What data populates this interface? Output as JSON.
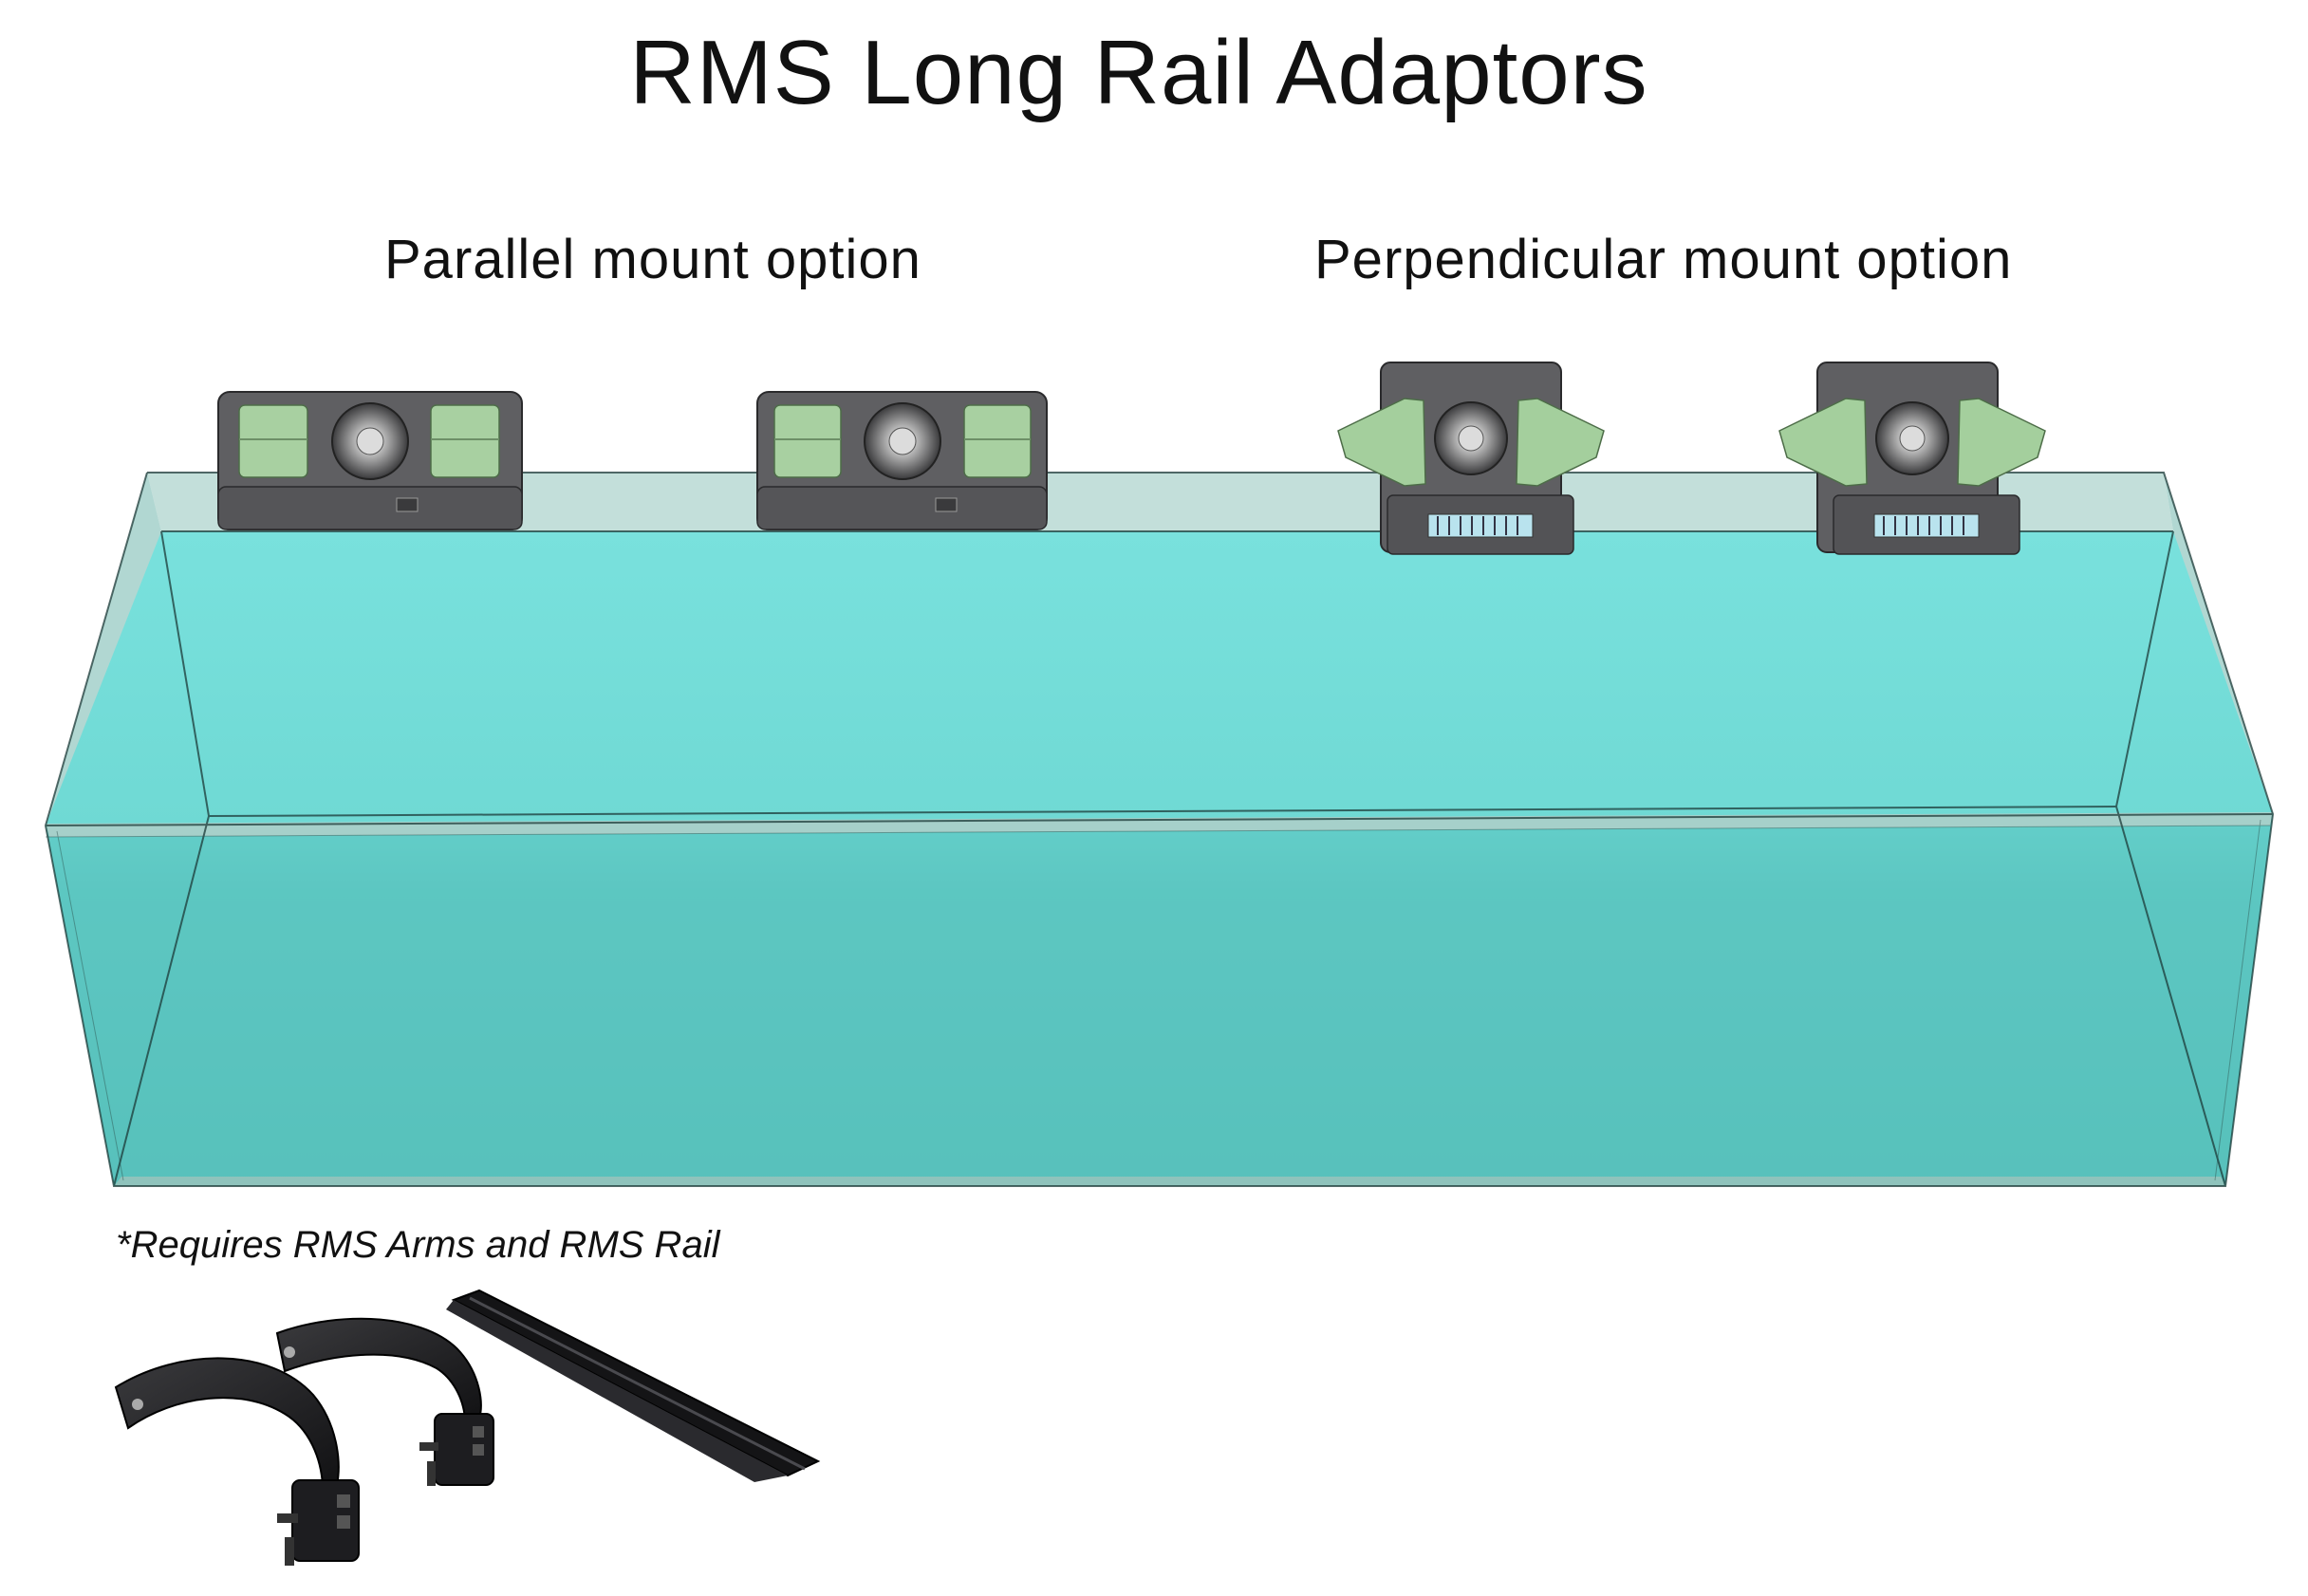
{
  "title": "RMS Long Rail Adaptors",
  "options": {
    "parallel_label": "Parallel mount option",
    "perpendicular_label": "Perpendicular mount option"
  },
  "footnote": "*Requires RMS Arms and RMS Rail",
  "colors": {
    "water": "#5fd3cf",
    "glass": "#a9d2cc",
    "light_body": "#5d5d60",
    "adaptor": "#a4cf9d",
    "arm": "#1c1c1e"
  }
}
